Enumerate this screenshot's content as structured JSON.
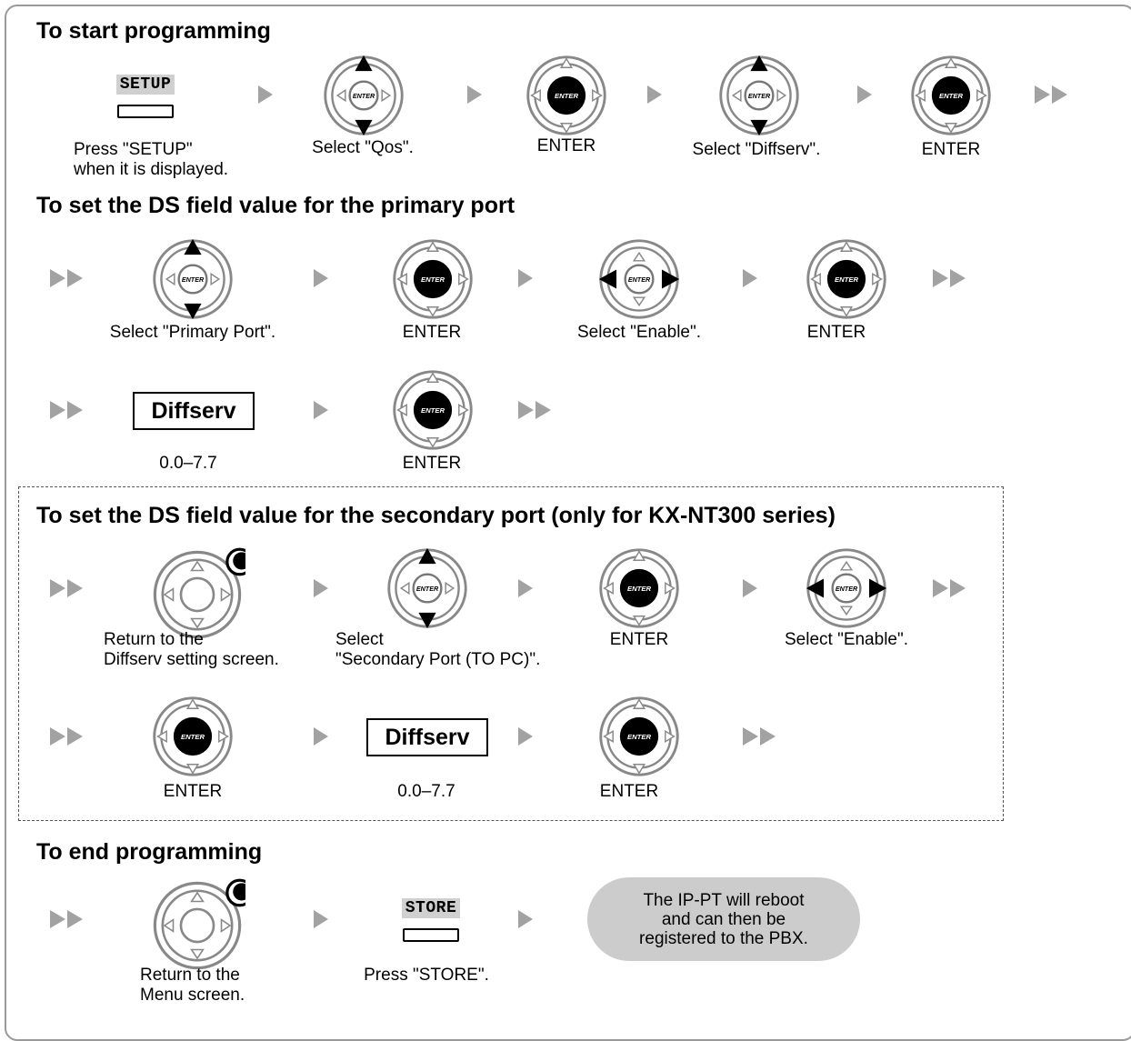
{
  "sections": {
    "start": "To start programming",
    "primary": "To set the DS field value for the primary port",
    "secondary": "To set the DS field value for the secondary port (only for KX-NT300 series)",
    "end": "To end programming"
  },
  "keys": {
    "setup": "SETUP",
    "store": "STORE",
    "enter": "ENTER"
  },
  "display": {
    "diffserv": "Diffserv"
  },
  "captions": {
    "press_setup_1": "Press \"SETUP\"",
    "press_setup_2": "when it is displayed.",
    "select_qos": "Select \"Qos\".",
    "enter": "ENTER",
    "select_diffserv": "Select \"Diffserv\".",
    "select_primary": "Select \"Primary Port\".",
    "select_enable": "Select \"Enable\".",
    "range": "0.0–7.7",
    "return_diffserv_1": "Return to the",
    "return_diffserv_2": "Diffserv setting screen.",
    "select_secondary_1": "Select",
    "select_secondary_2": "\"Secondary Port (TO PC)\".",
    "return_menu_1": "Return to the",
    "return_menu_2": "Menu screen.",
    "press_store": "Press \"STORE\".",
    "reboot_1": "The IP-PT will reboot",
    "reboot_2": "and can then be",
    "reboot_3": "registered to the PBX."
  },
  "icons": [
    "navigator-key-updown",
    "navigator-key-enter",
    "navigator-key-leftright",
    "navigator-key-cancel",
    "arrow-right-icon",
    "double-arrow-right-icon"
  ],
  "colors": {
    "arrow": "#a2a2a2",
    "key_label_bg": "#d0d0d0",
    "note_bg": "#cccccc",
    "frame": "#9a9a9a"
  }
}
